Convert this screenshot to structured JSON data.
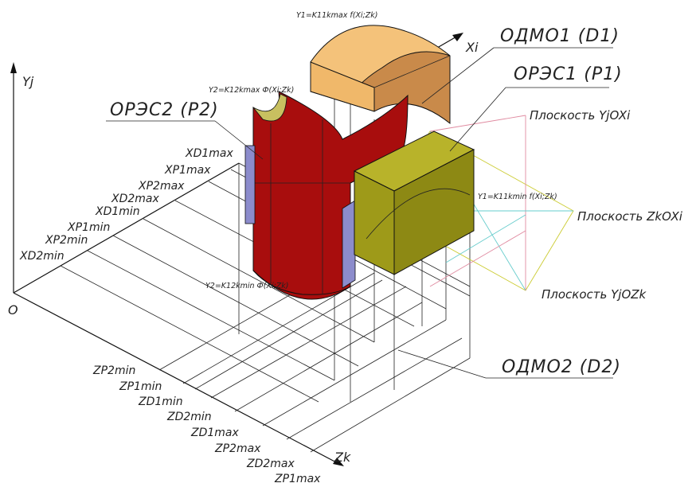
{
  "labels": {
    "odmo1": "ОДМО1 (D1)",
    "orec1": "ОРЭС1 (P1)",
    "orec2": "ОРЭС2 (P2)",
    "odmo2": "ОДМО2 (D2)",
    "plane_yjoxi": "Плоскость YjOXi",
    "plane_zkoxi": "Плоскость ZkOXi",
    "plane_yjozk": "Плоскость YjOZk"
  },
  "formulas": {
    "y1_max": "Y1=K11kmax f(Xi;Zk)",
    "y2_max": "Y2=K12kmax Ф(Xi;Zk)",
    "y1_min": "Y1=K11kmin f(Xi;Zk)",
    "y2_min": "Y2=K12kmin Ф(Xi;Zk)"
  },
  "axes": {
    "y": "Yj",
    "x": "Xi",
    "z": "Zk",
    "origin": "O"
  },
  "x_ticks": [
    "XD1max",
    "XP1max",
    "XP2max",
    "XD2max",
    "XD1min",
    "XP1min",
    "XP2min",
    "XD2min"
  ],
  "z_ticks": [
    "ZP2min",
    "ZP1min",
    "ZD1min",
    "ZD2min",
    "ZD1max",
    "ZP2max",
    "ZD2max",
    "ZP1max"
  ],
  "colors": {
    "odmo1_top": "#f4c27a",
    "odmo1_side": "#c98a4a",
    "orec2_red": "#a80d0d",
    "orec1_olive": "#9e9a19",
    "blue_plate": "#8c8ccc",
    "plane_cyan": "#66cccc",
    "plane_yellow": "#cccc33",
    "plane_pink": "#e08aa0"
  }
}
